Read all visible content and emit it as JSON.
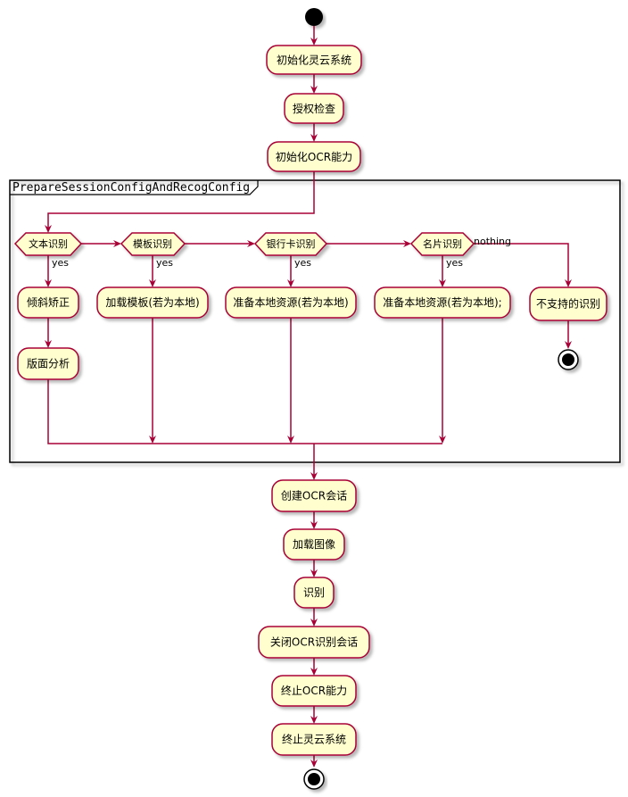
{
  "activities": {
    "init_system": "初始化灵云系统",
    "auth_check": "授权检查",
    "init_ocr": "初始化OCR能力",
    "deskew": "倾斜矫正",
    "layout_analysis": "版面分析",
    "load_template": "加载模板(若为本地)",
    "prep_bank": "准备本地资源(若为本地)",
    "prep_card": "准备本地资源(若为本地);",
    "unsupported": "不支持的识别",
    "create_session": "创建OCR会话",
    "load_image": "加载图像",
    "recognize": "识别",
    "close_session": "关闭OCR识别会话",
    "terminate_ocr": "终止OCR能力",
    "terminate_system": "终止灵云系统"
  },
  "decisions": {
    "text": "文本识别",
    "template": "模板识别",
    "bank_card": "银行卡识别",
    "business_card": "名片识别"
  },
  "labels": {
    "yes": "yes",
    "nothing": "nothing"
  },
  "partition": {
    "title": "PrepareSessionConfigAndRecogConfig"
  },
  "colors": {
    "node_fill": "#FEFECE",
    "border": "#A80036",
    "start_fill": "#000000"
  }
}
